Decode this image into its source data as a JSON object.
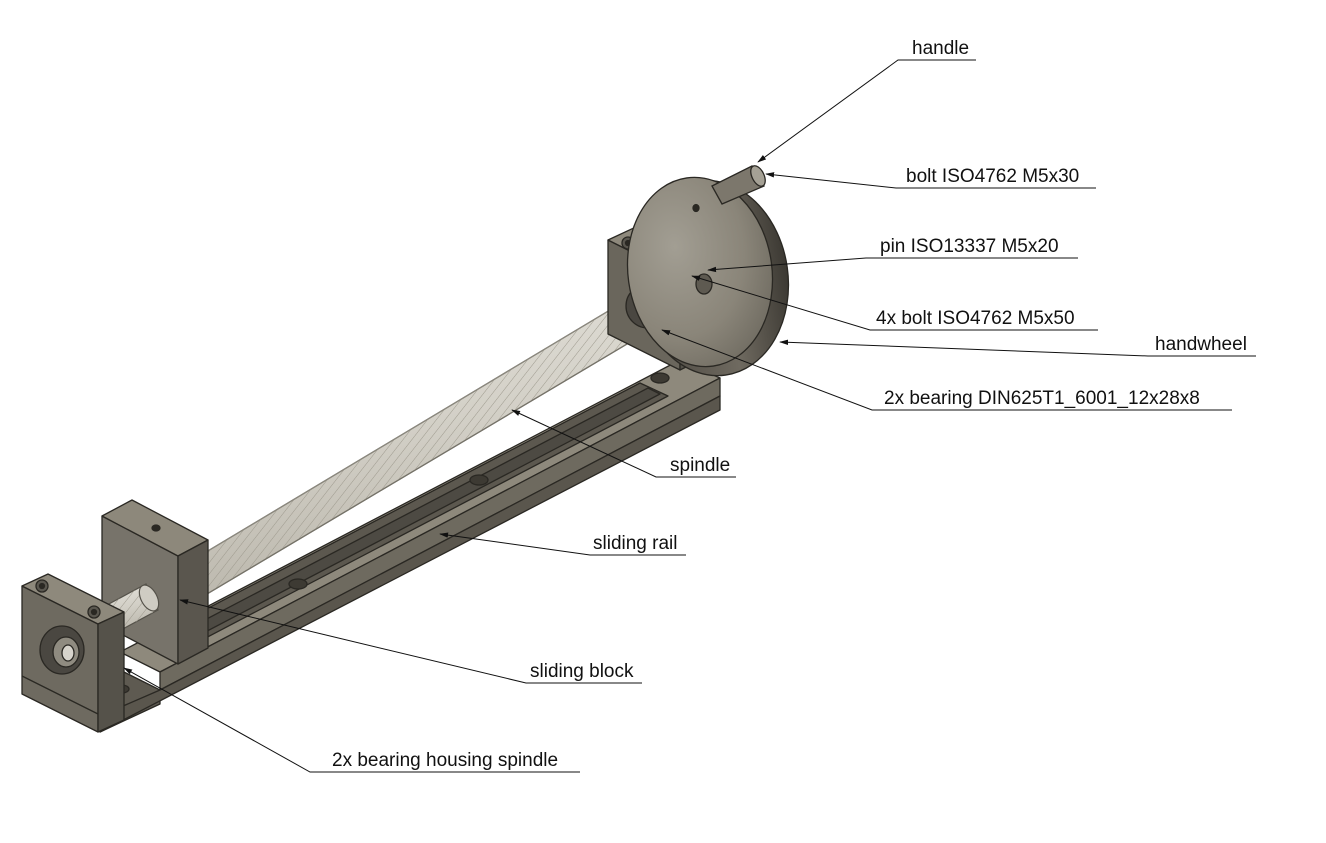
{
  "labels": {
    "handle": "handle",
    "bolt_m5x30": "bolt ISO4762 M5x30",
    "pin": "pin ISO13337 M5x20",
    "bolts_m5x50": "4x bolt ISO4762 M5x50",
    "handwheel": "handwheel",
    "bearings": "2x bearing DIN625T1_6001_12x28x8",
    "spindle": "spindle",
    "sliding_rail": "sliding rail",
    "sliding_block": "sliding block",
    "bearing_housing": "2x bearing housing spindle"
  },
  "colors": {
    "metal_dark": "#5b574f",
    "metal_mid": "#858073",
    "metal_light": "#a8a496",
    "thread": "#d9d7cf",
    "line": "#111111"
  }
}
